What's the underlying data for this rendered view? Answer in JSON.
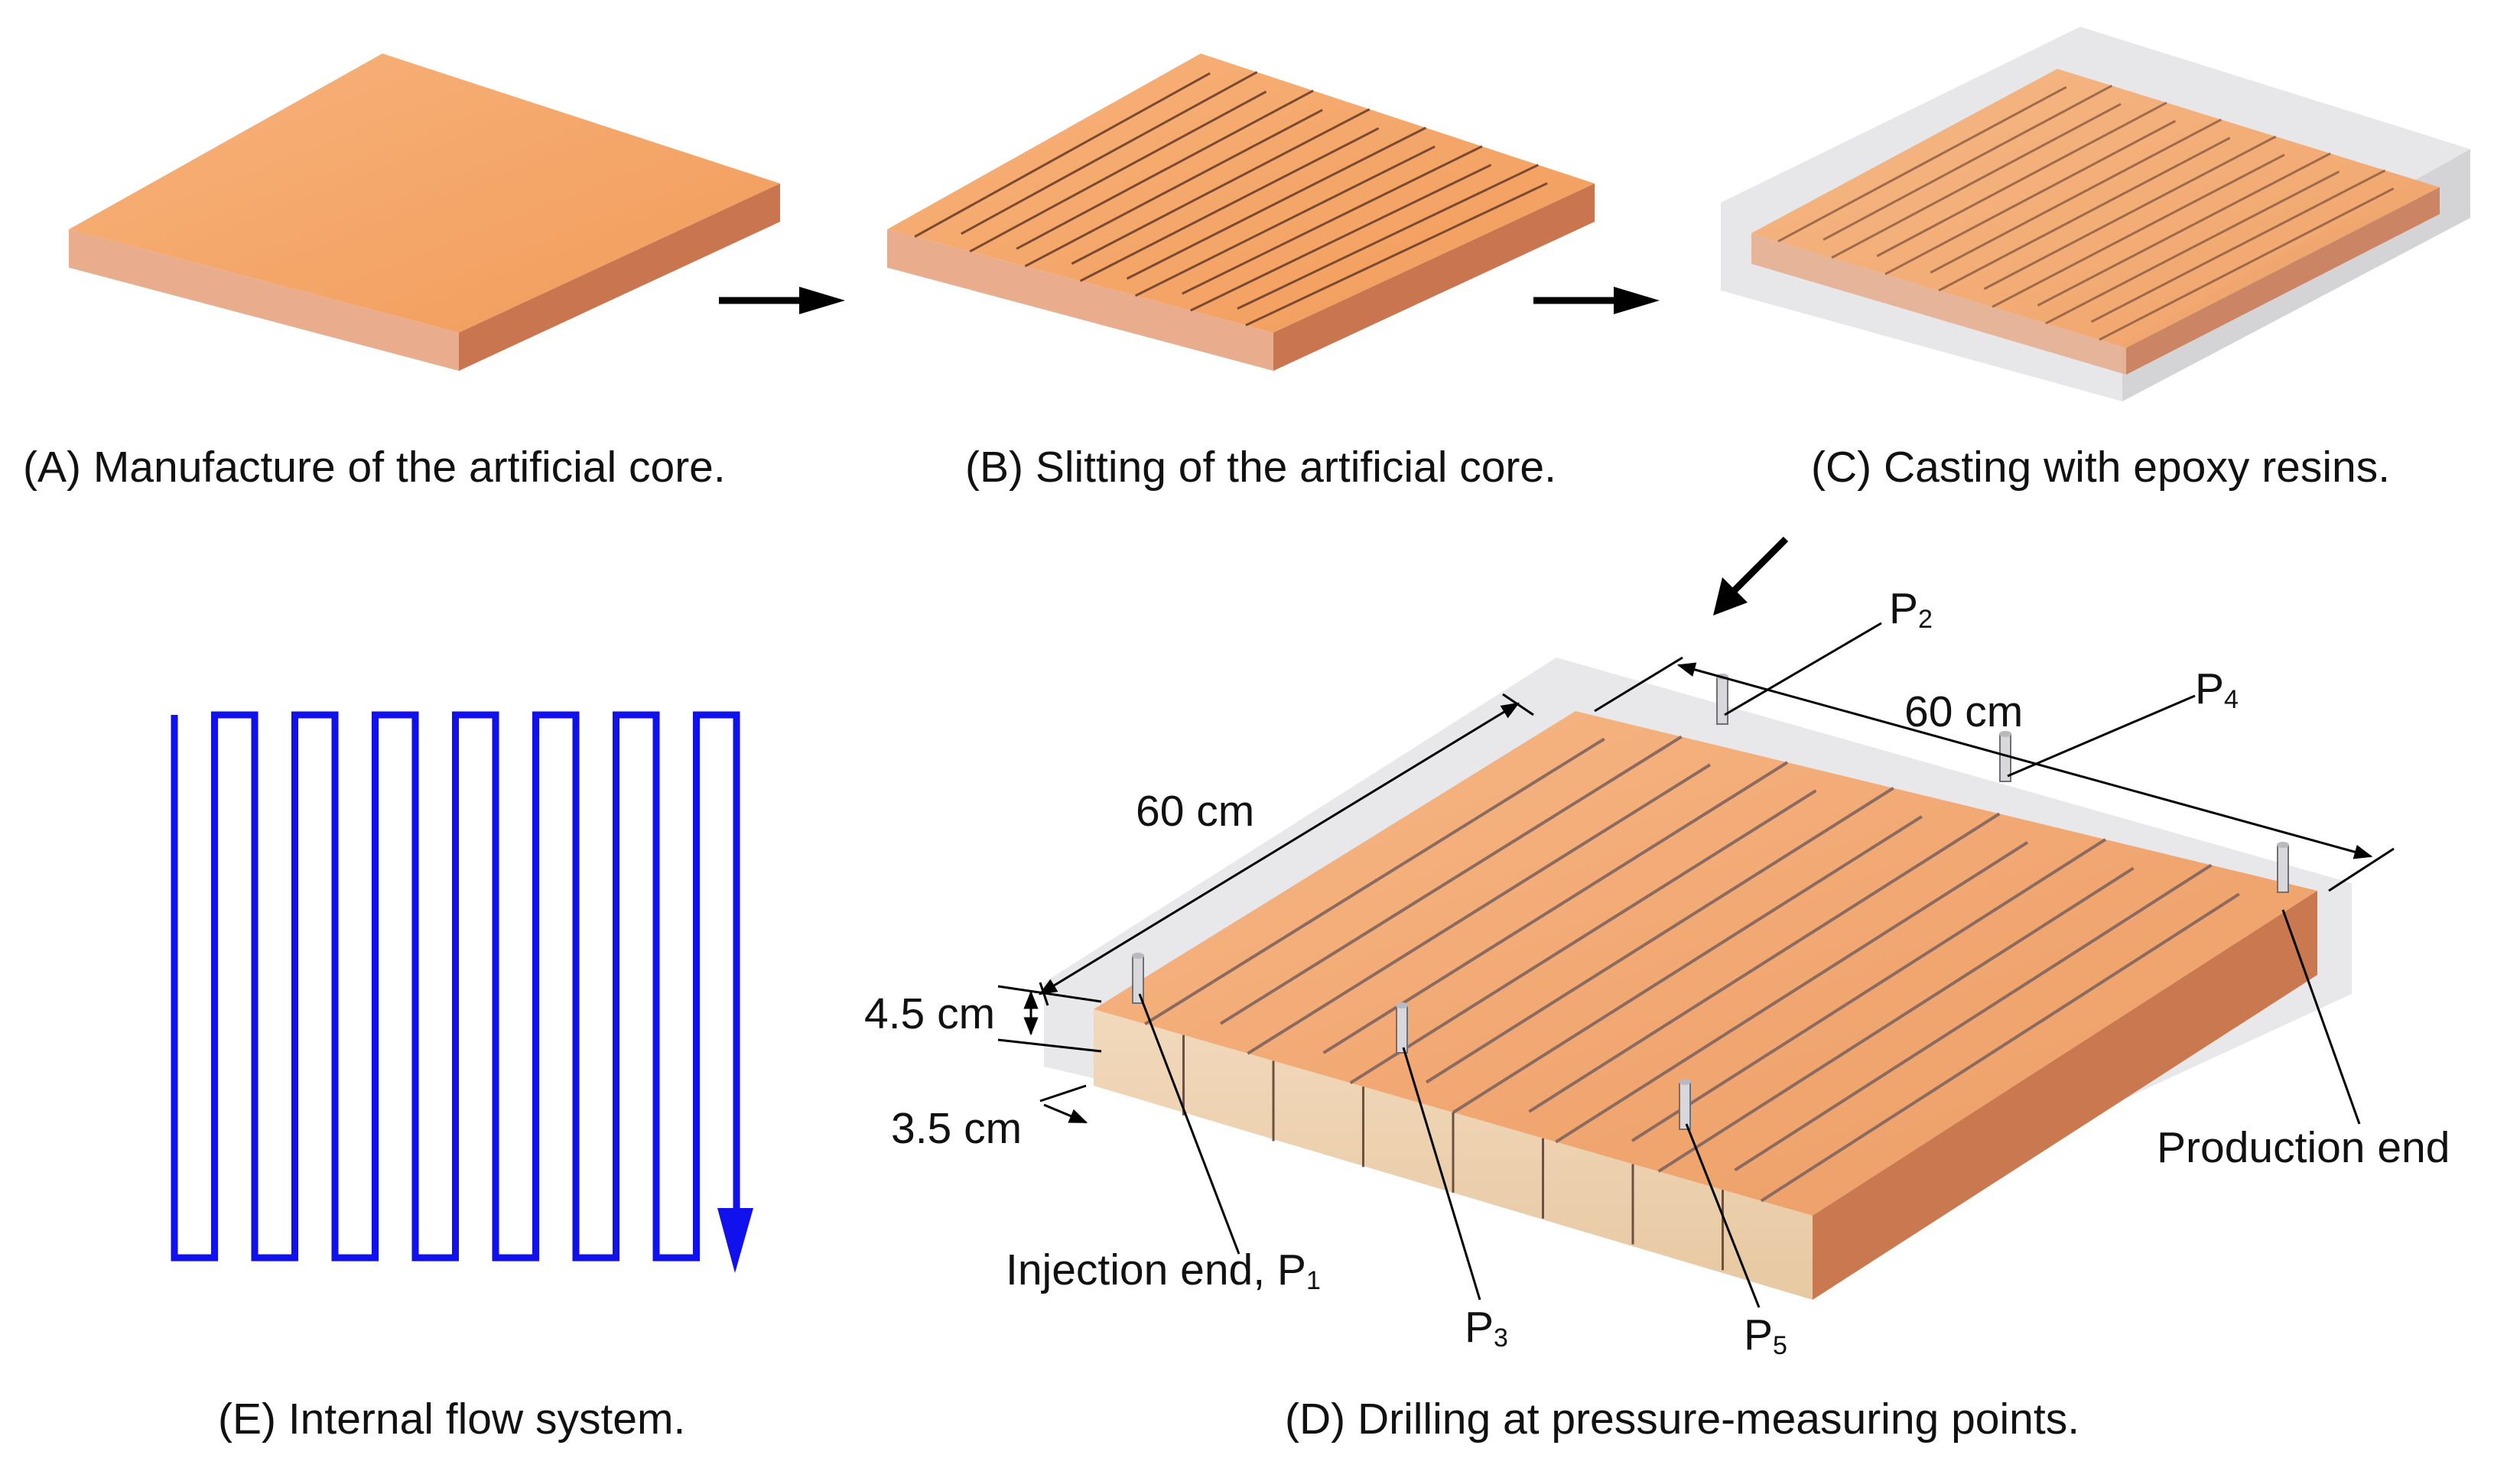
{
  "captions": {
    "a": "(A) Manufacture of the artificial core.",
    "b": "(B) Slitting of the artificial core.",
    "c": "(C) Casting with epoxy resins.",
    "d": "(D) Drilling at pressure-measuring points.",
    "e": "(E) Internal flow system."
  },
  "dimensions": {
    "length_left": "60 cm",
    "length_right": "60 cm",
    "thickness": "4.5 cm",
    "spacing": "3.5 cm"
  },
  "points": {
    "p1_text": "Injection end, P",
    "p1_sub": "1",
    "p2_text": "P",
    "p2_sub": "2",
    "p3_text": "P",
    "p3_sub": "3",
    "p4_text": "P",
    "p4_sub": "4",
    "p5_text": "P",
    "p5_sub": "5",
    "production": "Production end"
  },
  "colors": {
    "core_top": "#F6A866",
    "core_side_front": "#E8A988",
    "core_side_right": "#C9754F",
    "flow_line": "#1111EE",
    "resin": "#D9D9DD",
    "arrow": "#000000"
  }
}
